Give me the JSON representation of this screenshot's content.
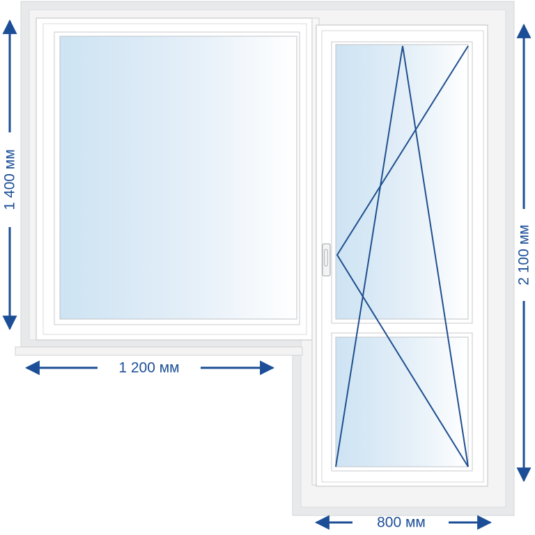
{
  "dimensions": {
    "window_height": "1 400 мм",
    "door_height": "2 100 мм",
    "window_width": "1 200 мм",
    "door_width": "800 мм"
  },
  "colors": {
    "dimension_accent": "#1b4e96",
    "opening_line": "#1f4f8f",
    "frame": "#ffffff",
    "frame_edge": "#c9cacc",
    "wall": "#e8e9ea",
    "glass_left": "#cde3f3",
    "glass_right": "#ffffff"
  },
  "icons": {
    "arrow": "arrow-icon",
    "handle": "door-handle-icon"
  }
}
